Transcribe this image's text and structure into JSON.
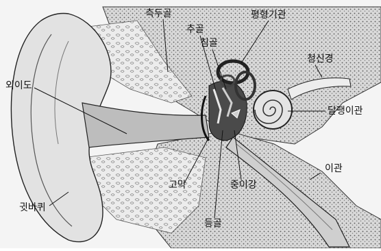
{
  "diagram": {
    "labels": {
      "temporal_bone": "측두골",
      "malleus": "추골",
      "incus": "침골",
      "semicircular_canals": "평형기관",
      "vestibulocochlear_nerve": "청신경",
      "external_auditory_canal": "외이도",
      "cochlea": "달팽이관",
      "auricle": "귓바퀴",
      "tympanic_membrane": "고막",
      "tympanic_cavity": "중이강",
      "eustachian_tube": "이관",
      "stapes": "등골"
    },
    "colors": {
      "line": "#111111",
      "bone": "#d4d4d4",
      "skin": "#e6e6e6",
      "canal": "#bcbcbc",
      "dark": "#3a3a3a"
    }
  }
}
